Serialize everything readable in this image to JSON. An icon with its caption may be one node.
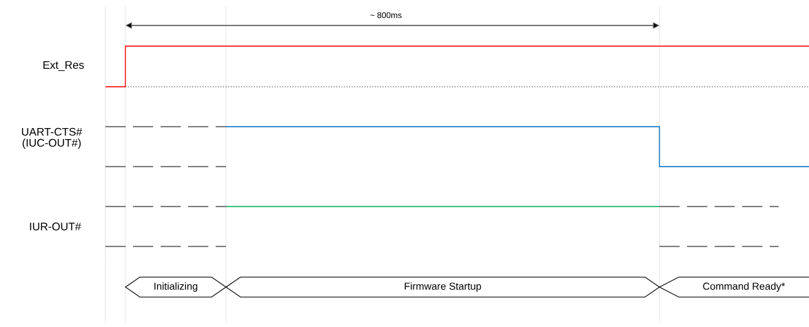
{
  "diagram": {
    "nodes": [
      {
        "text": [
          "Initializing"
        ]
      },
      {
        "text": [
          "Firmware Startup"
        ]
      },
      {
        "text": [
          "Command Ready*"
        ]
      }
    ],
    "labels": [
      "~ 800ms",
      "Ext_Res",
      "UART-CTS# (IUC-OUT#)",
      "IUR-OUT#"
    ]
  }
}
